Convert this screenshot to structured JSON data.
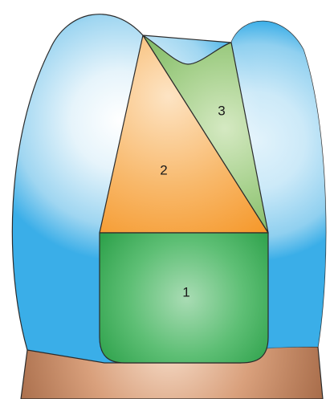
{
  "regions": [
    {
      "id": "cavity-1",
      "label": "1"
    },
    {
      "id": "cavity-2",
      "label": "2"
    },
    {
      "id": "cavity-3",
      "label": "3"
    }
  ],
  "colors": {
    "tooth_light": "#ffffff",
    "tooth_mid": "#bfe3f6",
    "tooth_edge": "#3aaee8",
    "base_light": "#efc8ae",
    "base_dark": "#9a5e3c",
    "region1_light": "#a9dcb4",
    "region1_dark": "#2fa24c",
    "region2_light": "#fde4c4",
    "region2_dark": "#f5901a",
    "region3_light": "#d5e9c2",
    "region3_dark": "#86bd6a",
    "outline": "#2b2b2b"
  }
}
